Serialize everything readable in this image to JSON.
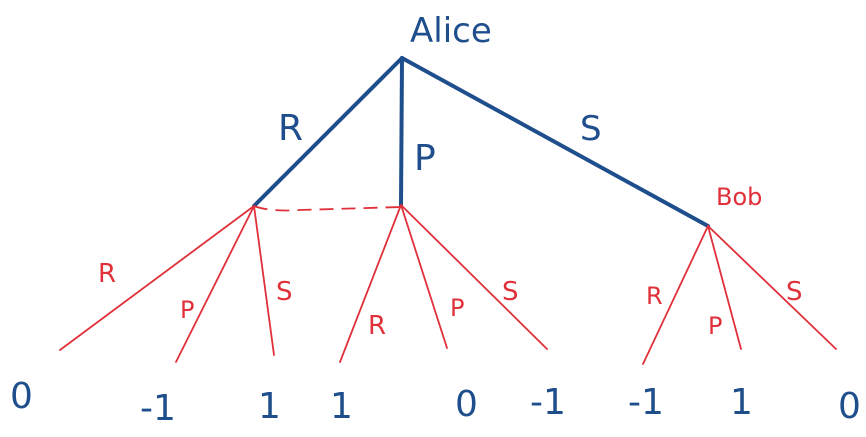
{
  "colors": {
    "player1": "#1f4e8c",
    "player2": "#e0303a",
    "background": "#ffffff"
  },
  "players": {
    "root": "Alice",
    "right_node": "Bob"
  },
  "alice_moves": [
    "R",
    "P",
    "S"
  ],
  "bob_moves": {
    "left": [
      "R",
      "P",
      "S"
    ],
    "middle": [
      "R",
      "P",
      "S"
    ],
    "right": [
      "R",
      "P",
      "S"
    ]
  },
  "payoffs": [
    "0",
    "-1",
    "1",
    "1",
    "0",
    "-1",
    "-1",
    "1",
    "0"
  ],
  "information_set": "dashed line connecting Bob's left and middle decision nodes"
}
